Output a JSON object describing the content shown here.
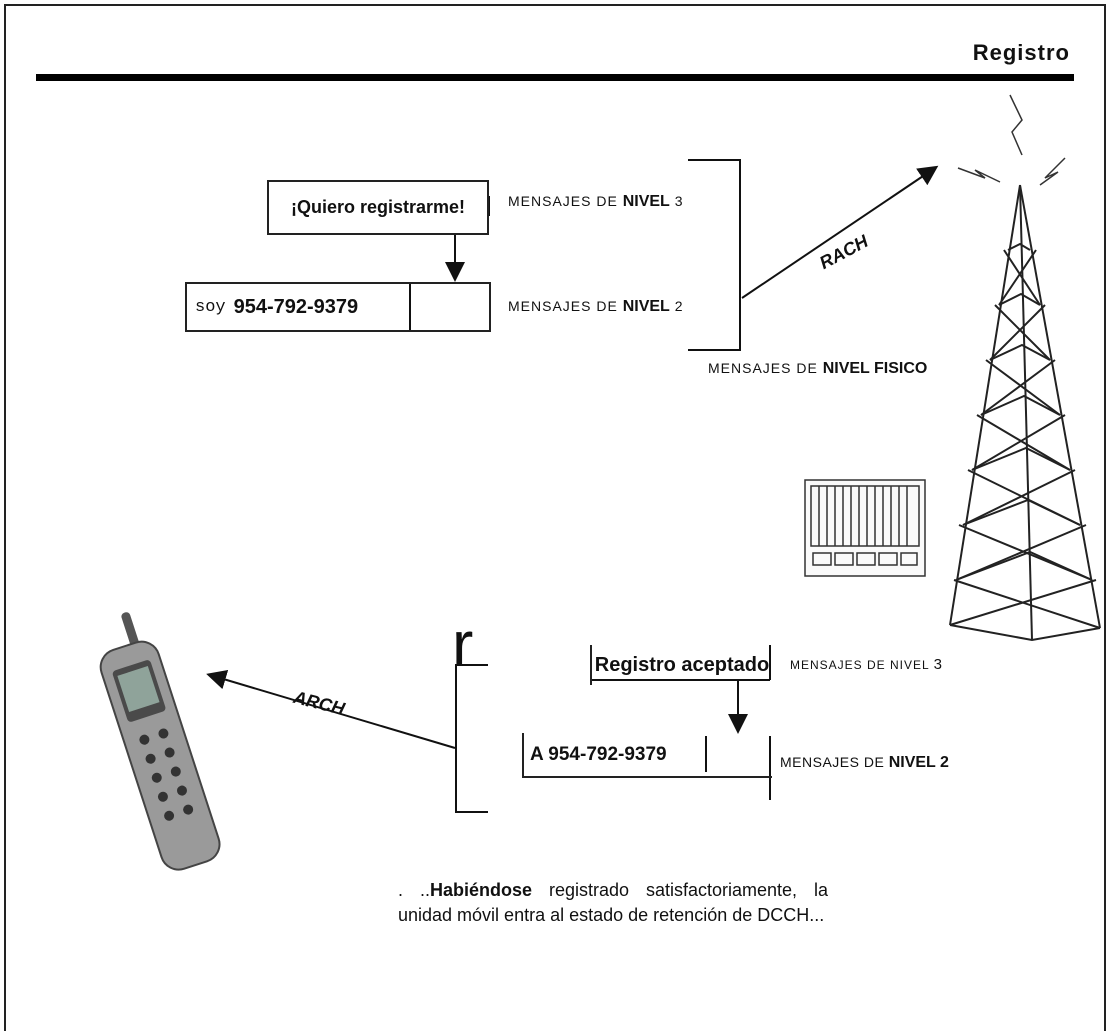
{
  "header": {
    "title": "Registro"
  },
  "upper": {
    "level3_box": "¡Quiero registrarme!",
    "level2_prefix": "soy",
    "level2_number": "954-792-9379",
    "label_l3_a": "MENSAJES DE",
    "label_l3_b": "NIVEL",
    "label_l3_c": "3",
    "label_l2_a": "MENSAJES DE",
    "label_l2_b": "NIVEL",
    "label_l2_c": "2",
    "label_phys_a": "MENSAJES DE",
    "label_phys_b": "NIVEL FISICO",
    "channel": "RACH"
  },
  "lower": {
    "level3_box": "Registro aceptado",
    "level2_box": "A 954-792-9379",
    "label_l3_a": "MENSAJES DE NIVEL",
    "label_l3_c": "3",
    "label_l2_a": "MENSAJES DE",
    "label_l2_b": "NIVEL 2",
    "channel": "ARCH",
    "bracket_glyph": "r"
  },
  "caption": {
    "lead": ". ..",
    "bold": "Habiéndose",
    "rest": " registrado satisfactoriamente, la unidad móvil entra al estado de retención de DCCH..."
  }
}
